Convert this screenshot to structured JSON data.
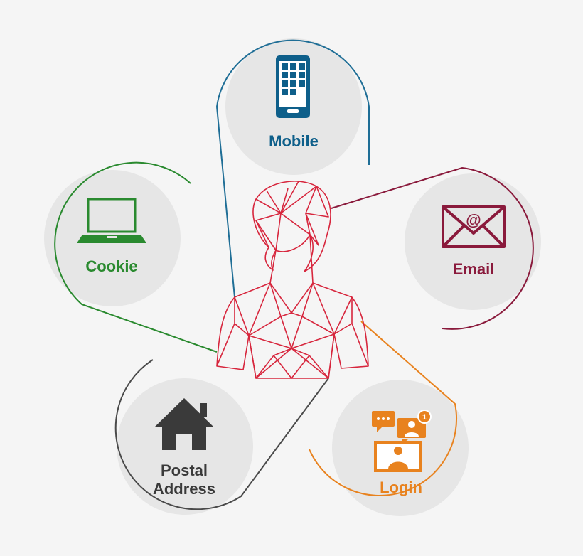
{
  "nodes": {
    "mobile": {
      "label": "Mobile",
      "icon": "smartphone-icon",
      "color": "#0e5f8a"
    },
    "email": {
      "label": "Email",
      "icon": "envelope-icon",
      "color": "#8a1a3c"
    },
    "login": {
      "label": "Login",
      "icon": "video-chat-icon",
      "color": "#e8821e"
    },
    "postal": {
      "label_line1": "Postal",
      "label_line2": "Address",
      "icon": "house-icon",
      "color": "#3a3a3a"
    },
    "cookie": {
      "label": "Cookie",
      "icon": "laptop-icon",
      "color": "#2a8a2f"
    }
  },
  "center": {
    "icon": "person-silhouette-icon",
    "color": "#d7263d"
  },
  "colors": {
    "background": "#f5f5f5",
    "circle_fill": "#e6e6e6"
  },
  "login_badge": "1"
}
